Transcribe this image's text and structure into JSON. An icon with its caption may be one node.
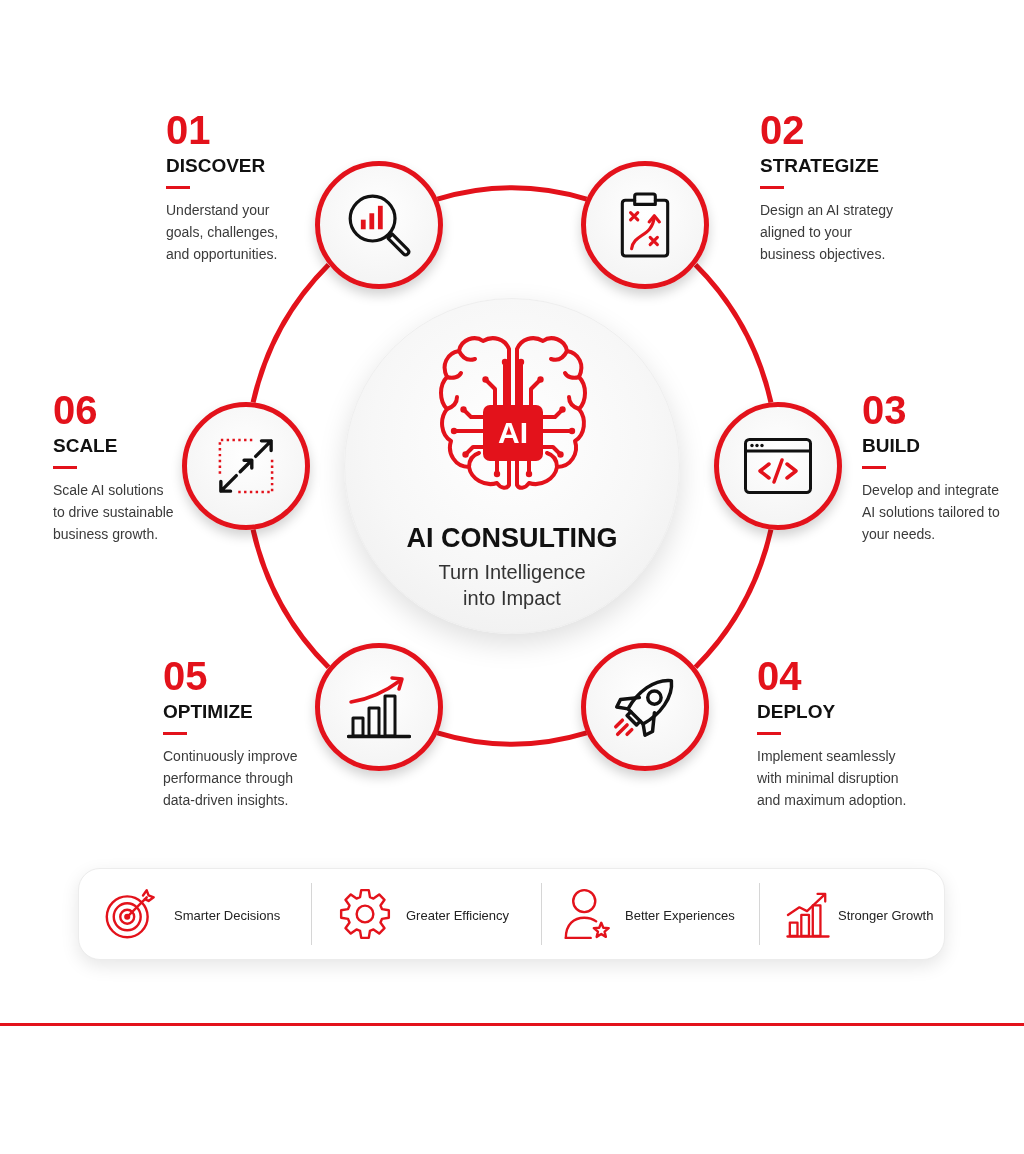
{
  "diagram": {
    "nodes": [
      {
        "text": [
          "AI CONSULTING",
          "Turn Intelligence into Impact"
        ]
      },
      {
        "text": [
          "AI"
        ],
        "in": 0
      },
      {
        "text": [],
        "shape": "circle",
        "beside": [
          "01",
          "DISCOVER",
          "Understand your goals, challenges, and opportunities."
        ]
      },
      {
        "text": [],
        "shape": "circle",
        "beside": [
          "02",
          "STRATEGIZE",
          "Design an AI strategy aligned to your business objectives."
        ]
      },
      {
        "text": [],
        "shape": "circle",
        "beside": [
          "03",
          "BUILD",
          "Develop and integrate AI solutions tailored to your needs."
        ]
      },
      {
        "text": [],
        "shape": "circle",
        "beside": [
          "04",
          "DEPLOY",
          "Implement seamlessly with minimal disruption and maximum adoption."
        ]
      },
      {
        "text": [],
        "shape": "circle",
        "beside": [
          "05",
          "OPTIMIZE",
          "Continuously improve performance through data-driven insights."
        ]
      },
      {
        "text": [],
        "shape": "circle",
        "beside": [
          "06",
          "SCALE",
          "Scale AI solutions to drive sustainable business growth."
        ]
      },
      {
        "text": [
          "Smarter Decisions",
          "Greater Efficiency",
          "Better Experiences",
          "Stronger Growth"
        ]
      }
    ],
    "edges": [
      {
        "from": 2,
        "to": 3,
        "arrow": "none"
      },
      {
        "from": 3,
        "to": 4,
        "arrow": "none"
      },
      {
        "from": 4,
        "to": 5,
        "arrow": "none"
      },
      {
        "from": 5,
        "to": 6,
        "arrow": "none"
      },
      {
        "from": 6,
        "to": 7,
        "arrow": "none"
      },
      {
        "from": 7,
        "to": 2,
        "arrow": "none"
      }
    ]
  }
}
